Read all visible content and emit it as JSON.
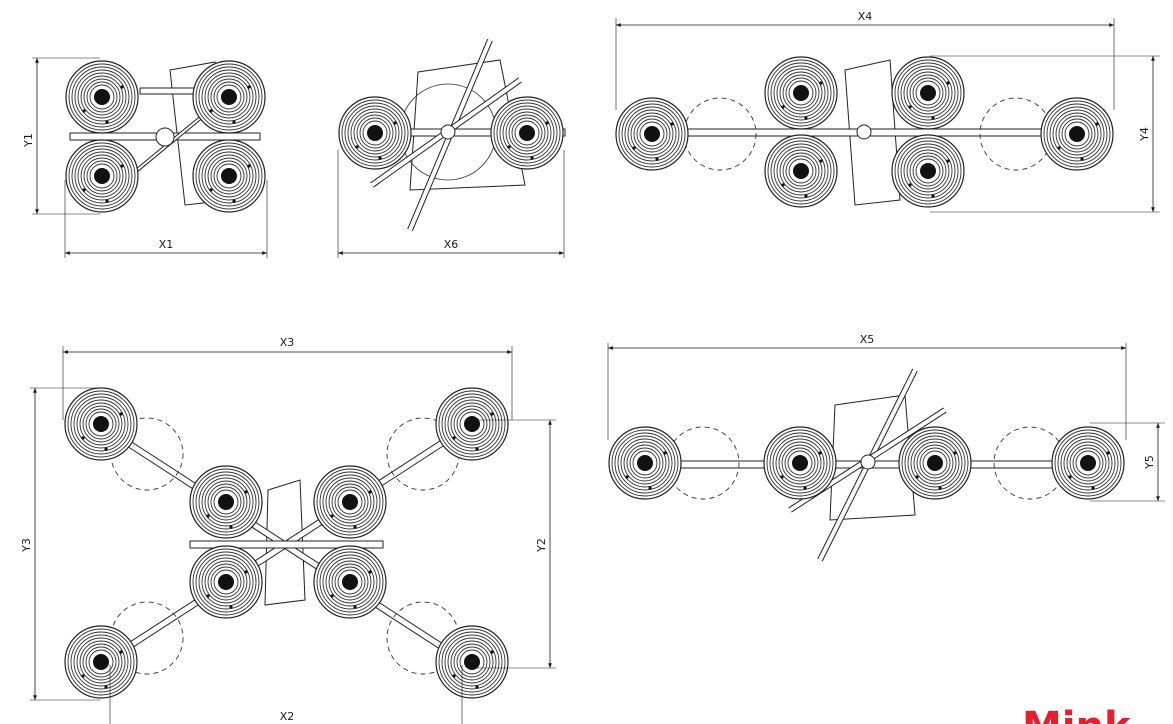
{
  "dimensions": {
    "X1": "X1",
    "X2": "X2",
    "X3": "X3",
    "X4": "X4",
    "X5": "X5",
    "X6": "X6",
    "Y1": "Y1",
    "Y2": "Y2",
    "Y3": "Y3",
    "Y4": "Y4",
    "Y5": "Y5"
  },
  "logo": {
    "text": "Mink",
    "color": "#e4202f"
  }
}
